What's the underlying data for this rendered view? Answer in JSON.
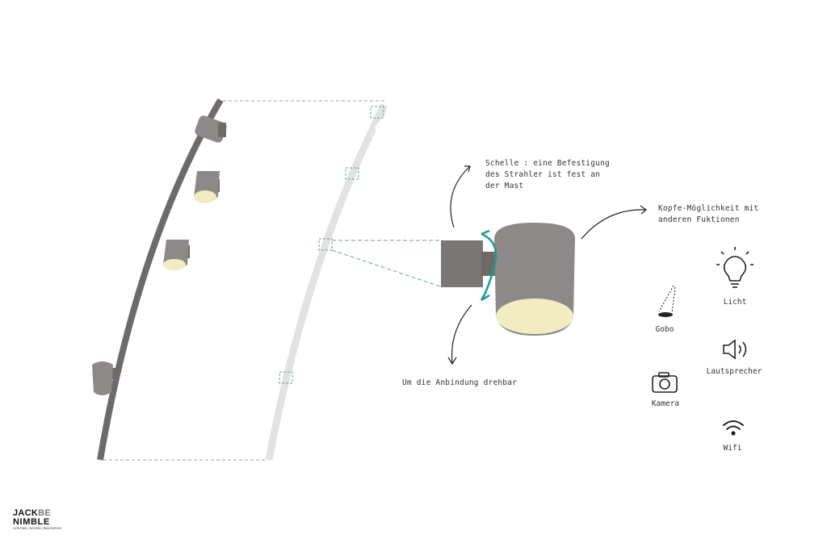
{
  "annotations": {
    "clamp": "Schelle : eine Befestigung des Strahler ist fest an der Mast",
    "head": "Kopfe-Möglichkeit mit anderen Fuktionen",
    "rotate": "Um die Anbindung drehbar"
  },
  "icons": [
    {
      "label": "Licht",
      "icon": "lightbulb-icon"
    },
    {
      "label": "Gobo",
      "icon": "gobo-icon"
    },
    {
      "label": "Lautsprecher",
      "icon": "speaker-icon"
    },
    {
      "label": "Kamera",
      "icon": "camera-icon"
    },
    {
      "label": "Wifi",
      "icon": "wifi-icon"
    }
  ],
  "logo": {
    "line1_a": "JACK",
    "line1_b": "BE",
    "line2": "NIMBLE",
    "tagline": "LIGHTING | DESIGN | INNOVATION"
  },
  "colors": {
    "mast_dark": "#6e6a68",
    "mast_light": "#e2e2e2",
    "lamp_body": "#8d8988",
    "lens": "#f2ecc2",
    "dashed": "#5aa79a",
    "rotate_arrow": "#1f9a8a"
  }
}
